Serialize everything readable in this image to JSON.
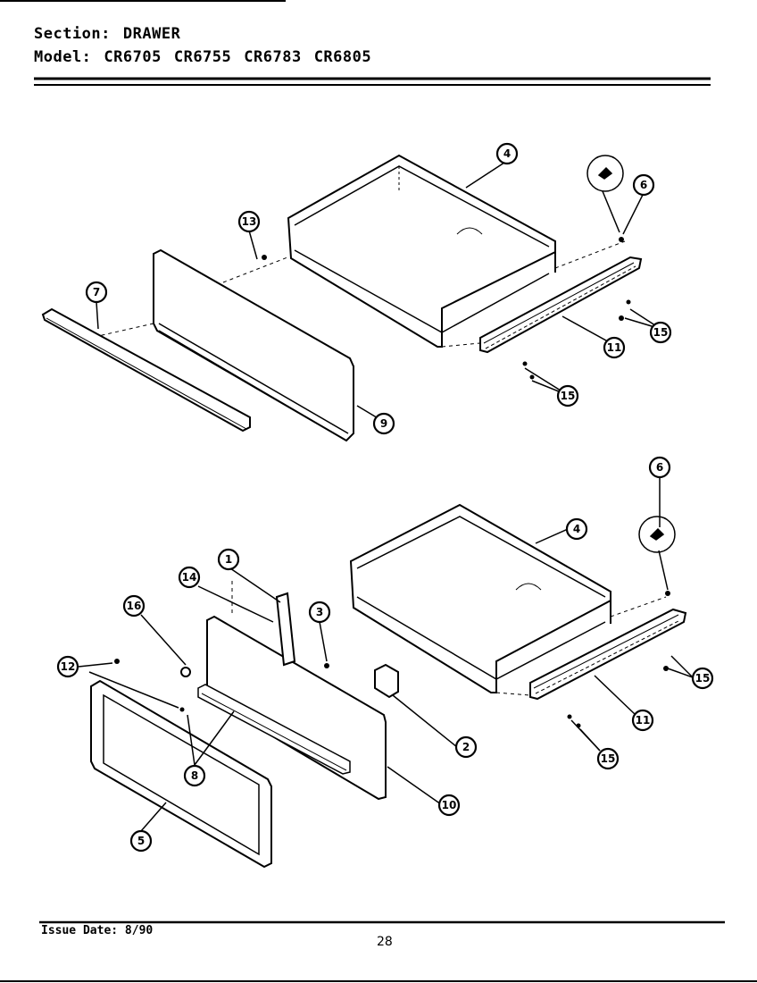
{
  "header": {
    "section_label": "Section:",
    "section_value": "DRAWER",
    "model_label": "Model:",
    "models": [
      "CR6705",
      "CR6755",
      "CR6783",
      "CR6805"
    ]
  },
  "callouts_top": [
    "4",
    "6",
    "13",
    "7",
    "15",
    "11",
    "15",
    "9"
  ],
  "callouts_bottom": [
    "6",
    "4",
    "1",
    "14",
    "16",
    "3",
    "12",
    "15",
    "11",
    "2",
    "15",
    "8",
    "10",
    "5"
  ],
  "footer": {
    "issue_date": "Issue Date: 8/90",
    "page_number": "28"
  }
}
